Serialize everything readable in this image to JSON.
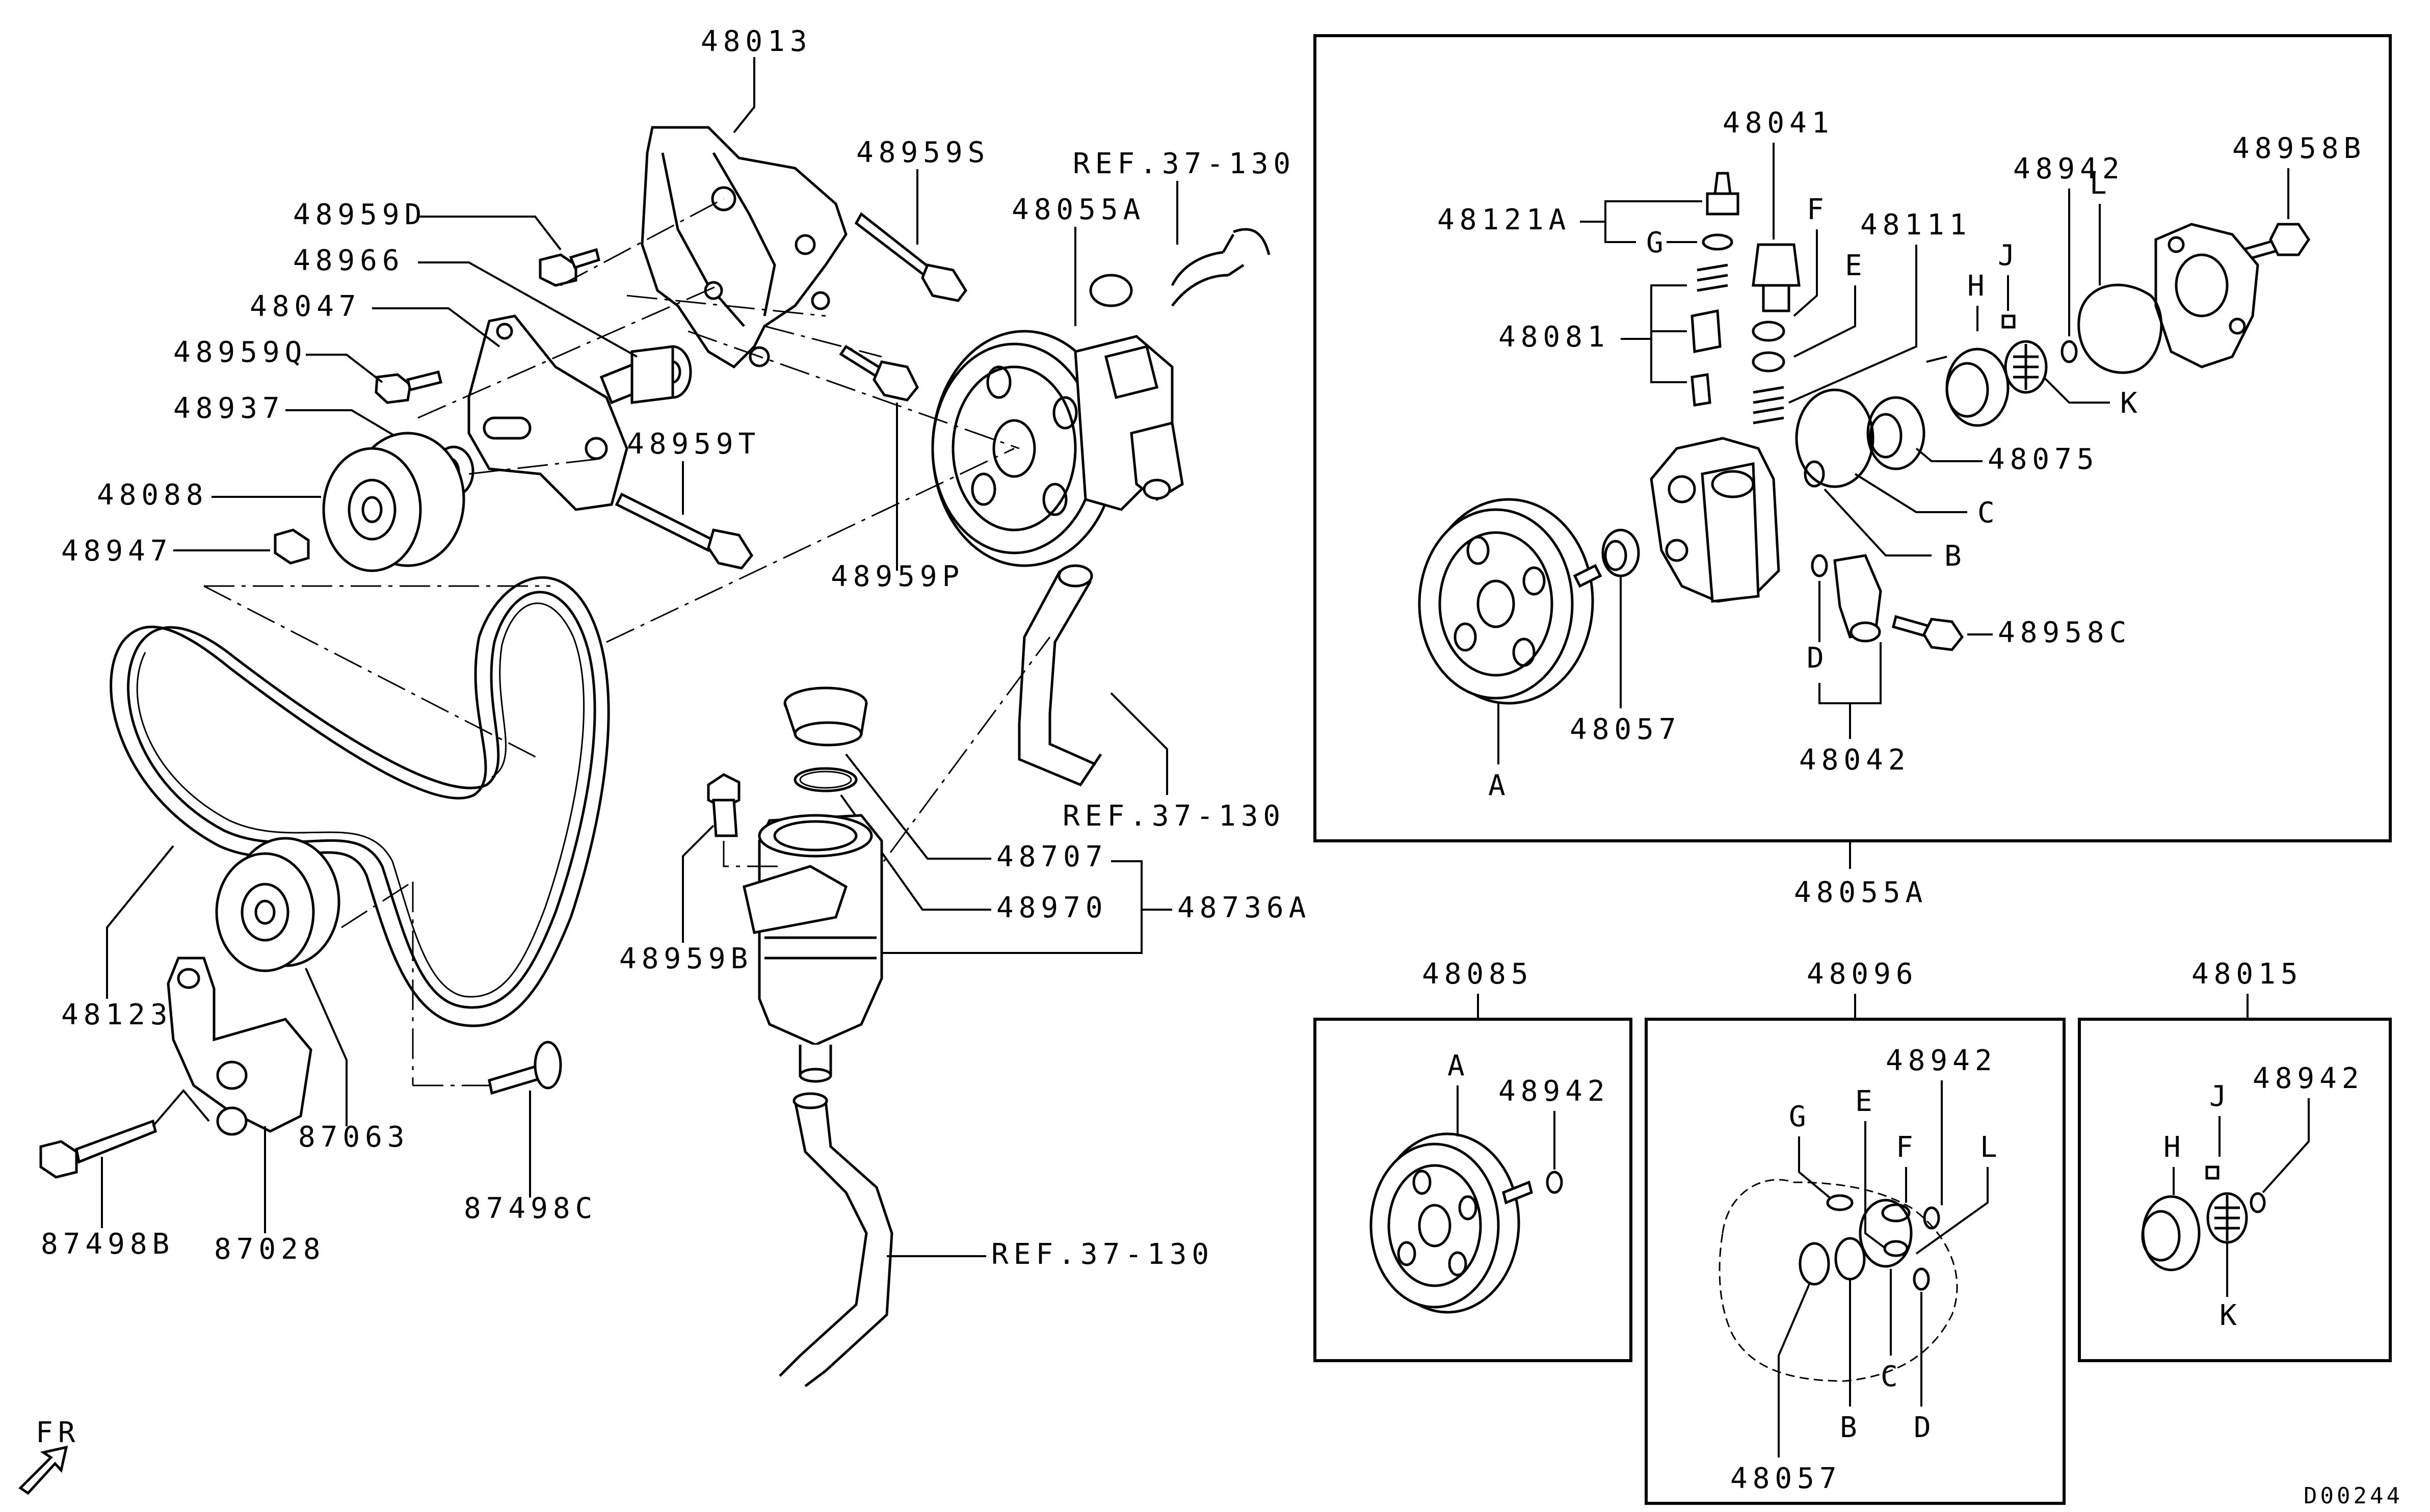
{
  "diagram_code": "D00244",
  "direction_label": "FR",
  "labels": {
    "p48013": "48013",
    "p48959S": "48959S",
    "p48959D": "48959D",
    "p48966": "48966",
    "p48047": "48047",
    "p48959Q": "48959Q",
    "p48937": "48937",
    "p48088": "48088",
    "p48947": "48947",
    "p48959T": "48959T",
    "p48959P": "48959P",
    "p48055A_top": "48055A",
    "ref_top": "REF.37-130",
    "ref_mid": "REF.37-130",
    "ref_bottom": "REF.37-130",
    "p48123": "48123",
    "p87063": "87063",
    "p87498B": "87498B",
    "p87028": "87028",
    "p87498C": "87498C",
    "p48707": "48707",
    "p48970": "48970",
    "p48736A": "48736A",
    "p48959B": "48959B"
  },
  "main_box": {
    "caption": "48055A",
    "labels": {
      "p48041": "48041",
      "p48121A": "48121A",
      "G": "G",
      "F": "F",
      "p48111": "48111",
      "E": "E",
      "p48081": "48081",
      "p48942": "48942",
      "p48958B": "48958B",
      "H": "H",
      "J": "J",
      "L": "L",
      "K": "K",
      "p48075": "48075",
      "C": "C",
      "B": "B",
      "p48958C": "48958C",
      "D": "D",
      "p48057": "48057",
      "p48042": "48042",
      "A": "A"
    }
  },
  "kit_48085": {
    "caption": "48085",
    "labels": {
      "A": "A",
      "p48942": "48942"
    }
  },
  "kit_48096": {
    "caption": "48096",
    "labels": {
      "p48942": "48942",
      "G": "G",
      "E": "E",
      "F": "F",
      "L": "L",
      "C": "C",
      "B": "B",
      "D": "D",
      "p48057": "48057"
    }
  },
  "kit_48015": {
    "caption": "48015",
    "labels": {
      "J": "J",
      "p48942": "48942",
      "H": "H",
      "K": "K"
    }
  }
}
